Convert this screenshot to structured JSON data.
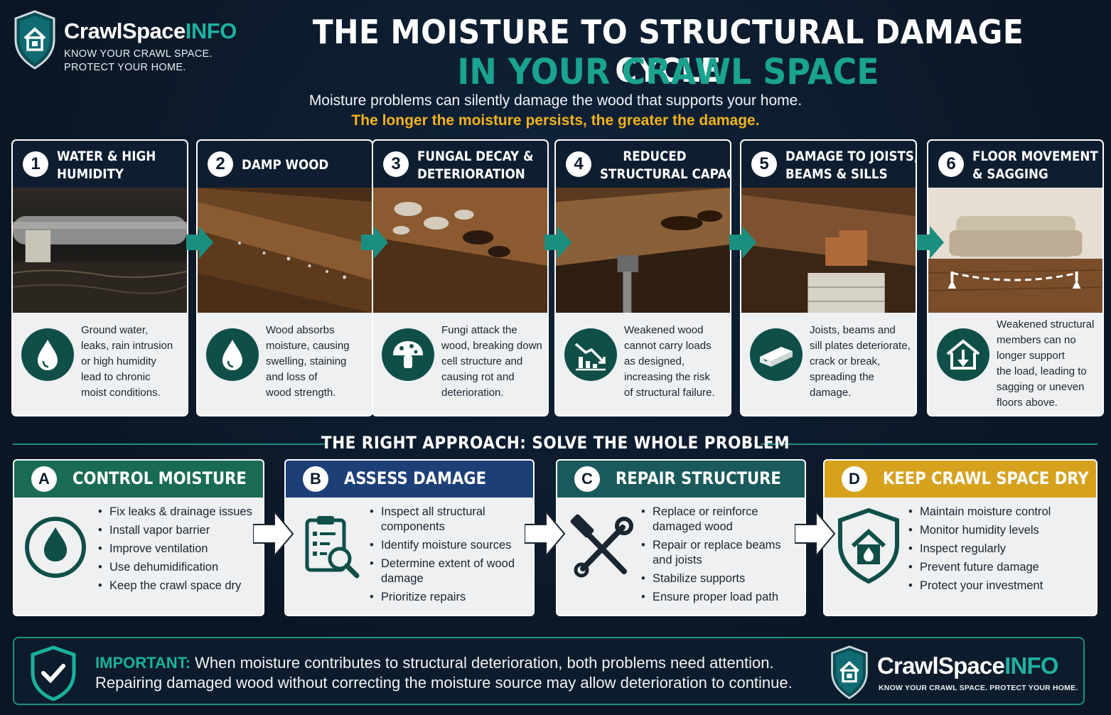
{
  "logo": {
    "brand_a": "CrawlSpace",
    "brand_b": "INFO",
    "tagline_1": "KNOW YOUR CRAWL SPACE.",
    "tagline_2": "PROTECT YOUR HOME.",
    "tagline_full": "KNOW YOUR CRAWL SPACE. PROTECT YOUR HOME."
  },
  "header": {
    "title_line1": "THE MOISTURE TO STRUCTURAL DAMAGE CYCLE",
    "title_line2": "IN YOUR CRAWL SPACE",
    "subtitle": "Moisture problems can silently damage the wood that supports your home.",
    "highlight": "The longer the moisture persists, the greater the damage."
  },
  "steps": [
    {
      "num": "1",
      "title_1": "WATER & HIGH",
      "title_2": "HUMIDITY",
      "icon": "water-drop-icon",
      "lines": [
        "Ground water,",
        "leaks, rain intrusion",
        "or high humidity",
        "lead to chronic",
        "moist conditions."
      ]
    },
    {
      "num": "2",
      "title_1": "DAMP WOOD",
      "title_2": "",
      "icon": "water-drop-icon",
      "lines": [
        "Wood absorbs",
        "moisture, causing",
        "swelling, staining",
        "and loss of",
        "wood strength."
      ]
    },
    {
      "num": "3",
      "title_1": "FUNGAL DECAY &",
      "title_2": "DETERIORATION",
      "icon": "mushroom-icon",
      "lines": [
        "Fungi attack the",
        "wood, breaking down",
        "cell structure and",
        "causing rot and",
        "deterioration."
      ]
    },
    {
      "num": "4",
      "title_1": "REDUCED",
      "title_2": "STRUCTURAL CAPACITY",
      "icon": "declining-chart-icon",
      "lines": [
        "Weakened wood",
        "cannot carry loads",
        "as designed,",
        "increasing the risk",
        "of structural failure."
      ]
    },
    {
      "num": "5",
      "title_1": "DAMAGE TO JOISTS,",
      "title_2": "BEAMS & SILLS",
      "icon": "beam-icon",
      "lines": [
        "Joists, beams and",
        "sill plates deteriorate,",
        "crack or break,",
        "spreading the",
        "damage."
      ]
    },
    {
      "num": "6",
      "title_1": "FLOOR MOVEMENT",
      "title_2": "& SAGGING",
      "icon": "house-down-icon",
      "lines": [
        "Weakened structural",
        "members can no",
        "longer support",
        "the load, leading to",
        "sagging or uneven",
        "floors above."
      ]
    }
  ],
  "approach": {
    "section_title": "THE RIGHT APPROACH: SOLVE THE WHOLE PROBLEM",
    "cards": [
      {
        "letter": "A",
        "title": "CONTROL MOISTURE",
        "color": "#1a6b54",
        "icon": "water-drop-icon",
        "items": [
          "Fix leaks & drainage issues",
          "Install vapor barrier",
          "Improve ventilation",
          "Use dehumidification",
          "Keep the crawl space dry"
        ]
      },
      {
        "letter": "B",
        "title": "ASSESS DAMAGE",
        "color": "#1d3f78",
        "icon": "clipboard-search-icon",
        "items": [
          "Inspect all structural components",
          "Identify moisture sources",
          "Determine extent of wood damage",
          "Prioritize repairs"
        ]
      },
      {
        "letter": "C",
        "title": "REPAIR STRUCTURE",
        "color": "#1a5a5c",
        "icon": "tools-icon",
        "items": [
          "Replace or reinforce damaged wood",
          "Repair or replace beams and joists",
          "Stabilize supports",
          "Ensure proper load path"
        ]
      },
      {
        "letter": "D",
        "title": "KEEP CRAWL SPACE DRY",
        "color": "#d6a21e",
        "icon": "house-shield-icon",
        "items": [
          "Maintain moisture control",
          "Monitor humidity levels",
          "Inspect regularly",
          "Prevent future damage",
          "Protect your investment"
        ]
      }
    ]
  },
  "important": {
    "label": "IMPORTANT:",
    "text_1": " When moisture contributes to structural deterioration, both problems need attention.",
    "text_2": "Repairing damaged wood without correcting the moisture source may allow deterioration to continue."
  },
  "colors": {
    "teal": "#1aa38f",
    "navy": "#0e1d30",
    "gold": "#f2b21c"
  }
}
